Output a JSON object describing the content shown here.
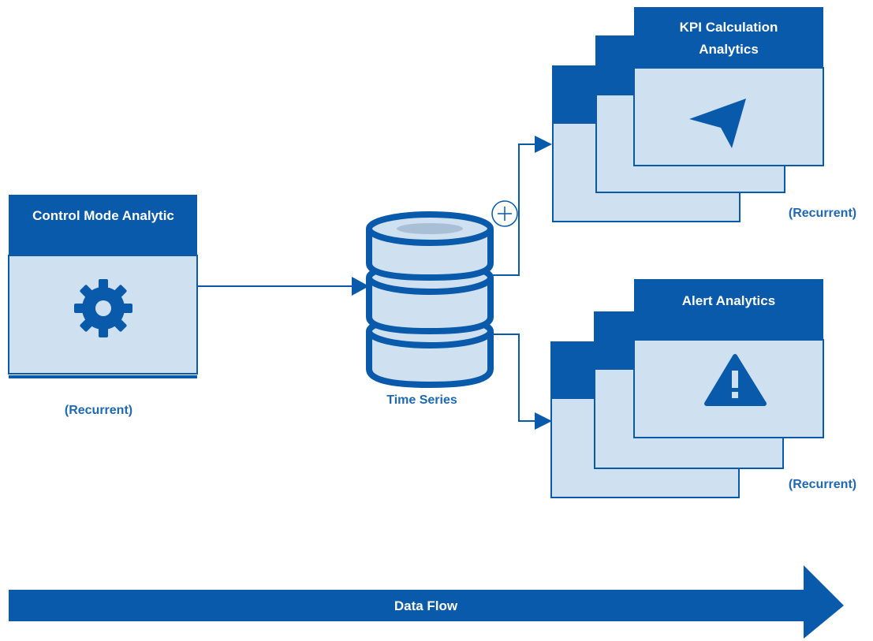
{
  "diagram": {
    "colors": {
      "primary": "#0a5aab",
      "panel_fill": "#cfe0f1",
      "label": "#1f68b5",
      "background": "#ffffff"
    },
    "control": {
      "title": "Control Mode Analytic",
      "note": "(Recurrent)",
      "icon": "gear-icon"
    },
    "store": {
      "label": "Time Series",
      "icon": "database-icon"
    },
    "merge_symbol": "⊕",
    "kpi": {
      "title_line1": "KPI Calculation",
      "title_line2": "Analytics",
      "note": "(Recurrent)",
      "icon": "send-icon"
    },
    "alert": {
      "title": "Alert Analytics",
      "note": "(Recurrent)",
      "icon": "warning-icon"
    },
    "flow": {
      "label": "Data Flow"
    }
  }
}
